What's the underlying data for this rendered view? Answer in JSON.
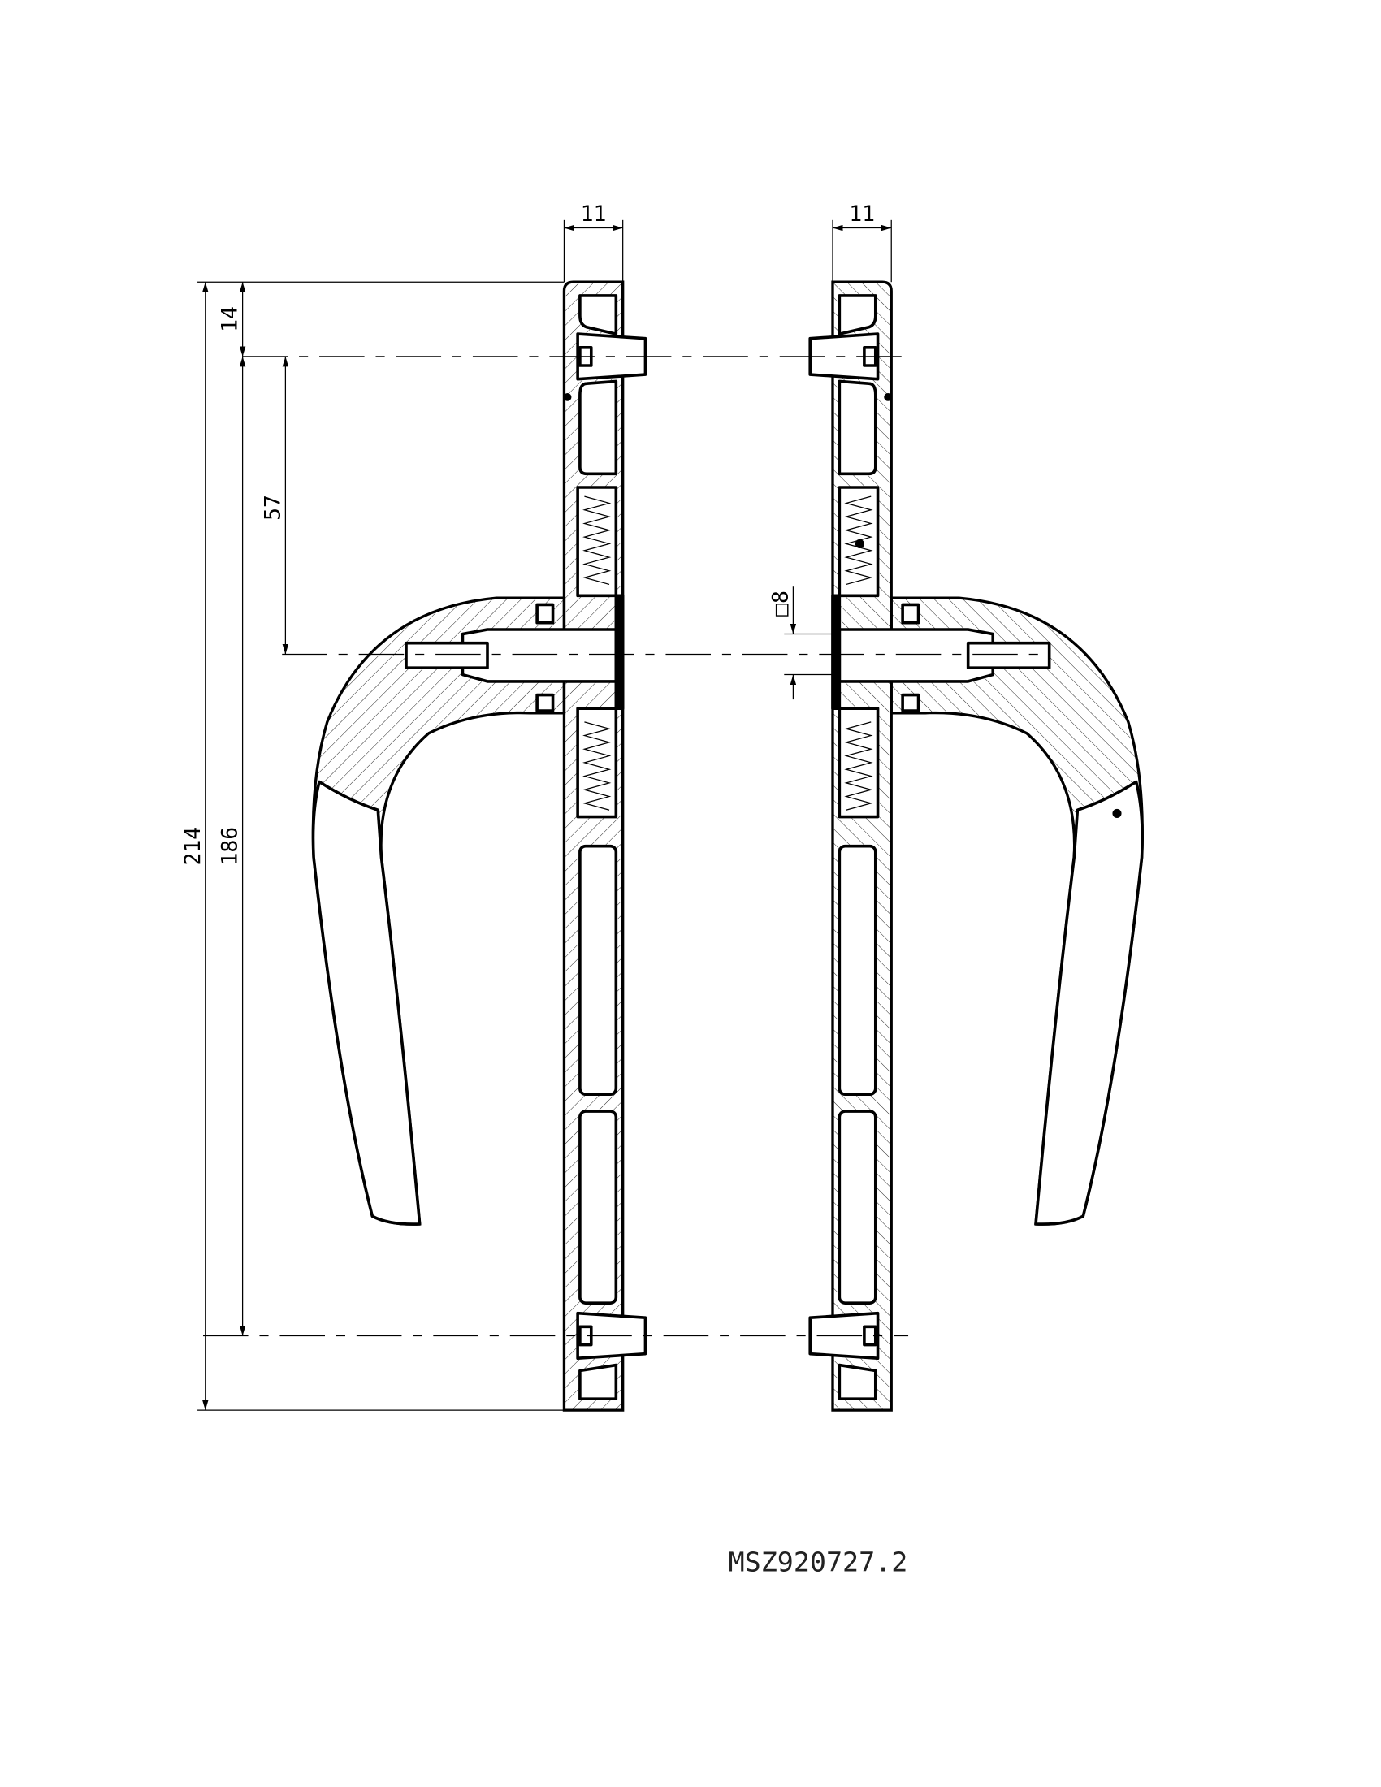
{
  "drawing": {
    "dimensions": {
      "overall_height": "214",
      "screw_spacing": "186",
      "top_offset": "14",
      "spindle_offset": "57",
      "plate_width_left": "11",
      "plate_width_right": "11",
      "spindle_square": "□8"
    },
    "drawing_number": "MSZ920727.2"
  }
}
